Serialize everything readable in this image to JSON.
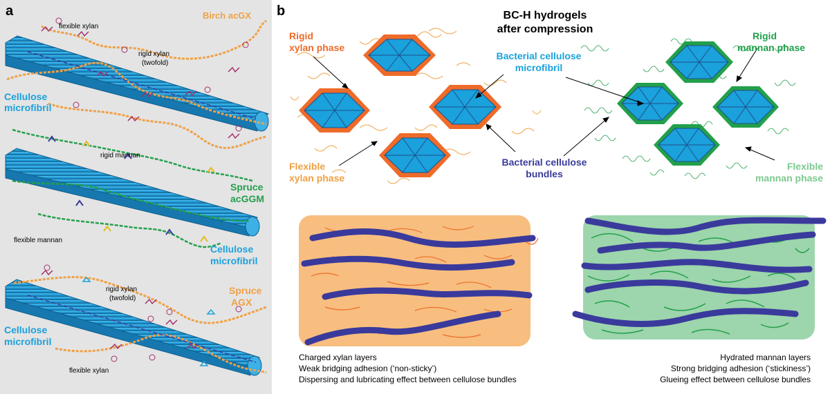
{
  "panel_a": {
    "letter": "a",
    "top": {
      "species": "Birch acGX",
      "flexible": "flexible xylan",
      "rigid_line1": "rigid xylan",
      "rigid_line2": "(twofold)",
      "cellulose_line1": "Cellulose",
      "cellulose_line2": "microfibril"
    },
    "middle": {
      "rigid": "rigid mannan",
      "species_line1": "Spruce",
      "species_line2": "acGGM",
      "flexible": "flexible mannan",
      "cellulose_line1": "Cellulose",
      "cellulose_line2": "microfibril"
    },
    "bottom": {
      "rigid_line1": "rigid xylan",
      "rigid_line2": "(twofold)",
      "species_line1": "Spruce",
      "species_line2": "AGX",
      "cellulose_line1": "Cellulose",
      "cellulose_line2": "microfibril",
      "flexible": "flexible xylan"
    }
  },
  "panel_b": {
    "letter": "b",
    "title_line1": "BC-H hydrogels",
    "title_line2": "after compression",
    "rigid_xylan_line1": "Rigid",
    "rigid_xylan_line2": "xylan phase",
    "bc_microfibril_line1": "Bacterial cellulose",
    "bc_microfibril_line2": "microfibril",
    "rigid_mannan_line1": "Rigid",
    "rigid_mannan_line2": "mannan phase",
    "flexible_xylan_line1": "Flexible",
    "flexible_xylan_line2": "xylan phase",
    "bc_bundles_line1": "Bacterial cellulose",
    "bc_bundles_line2": "bundles",
    "flexible_mannan_line1": "Flexible",
    "flexible_mannan_line2": "mannan phase",
    "left_caption": [
      "Charged xylan layers",
      "Weak bridging adhesion (‘non-sticky’)",
      "Dispersing and lubricating effect between cellulose bundles"
    ],
    "right_caption": [
      "Hydrated mannan layers",
      "Strong bridging adhesion (‘stickiness’)",
      "Glueing effect between cellulose bundles"
    ]
  },
  "colors": {
    "cellulose": "#1ba1dc",
    "xylan": "#f0a044",
    "rigid_xylan_border": "#ef6b2a",
    "mannan": "#22a04b",
    "mannan_light": "#7cc98f",
    "bundle": "#3a3a9c",
    "panel_a_background": "#e4e4e4",
    "xylan_block": "#f7be7f",
    "mannan_block": "#9dd5ac",
    "charge": "#a0306a"
  }
}
